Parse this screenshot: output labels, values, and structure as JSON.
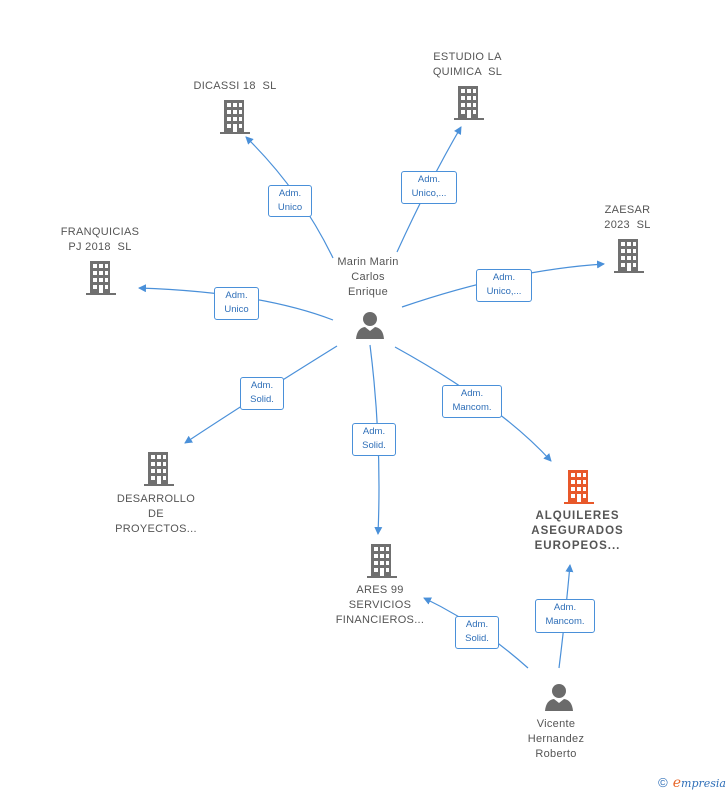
{
  "colors": {
    "edge": "#4a90d9",
    "building": "#707070",
    "highlight": "#e8582a",
    "person": "#6b6b6b"
  },
  "nodes": {
    "dicassi": {
      "lines": [
        "DICASSI 18  SL"
      ]
    },
    "estudio": {
      "lines": [
        "ESTUDIO LA",
        "QUIMICA  SL"
      ]
    },
    "zaesar": {
      "lines": [
        "ZAESAR",
        "2023  SL"
      ]
    },
    "franquicias": {
      "lines": [
        "FRANQUICIAS",
        "PJ 2018  SL"
      ]
    },
    "desarrollo": {
      "lines": [
        "DESARROLLO",
        "DE",
        "PROYECTOS..."
      ]
    },
    "ares": {
      "lines": [
        "ARES 99",
        "SERVICIOS",
        "FINANCIEROS..."
      ]
    },
    "alquileres": {
      "lines": [
        "ALQUILERES",
        "ASEGURADOS",
        "EUROPEOS..."
      ]
    },
    "marin": {
      "lines": [
        "Marin Marin",
        "Carlos",
        "Enrique"
      ]
    },
    "vicente": {
      "lines": [
        "Vicente",
        "Hernandez",
        "Roberto"
      ]
    }
  },
  "edges": {
    "dicassi": [
      "Adm.",
      "Unico"
    ],
    "estudio": [
      "Adm.",
      "Unico,..."
    ],
    "zaesar": [
      "Adm.",
      "Unico,..."
    ],
    "franquicias": [
      "Adm.",
      "Unico"
    ],
    "desarrollo": [
      "Adm.",
      "Solid."
    ],
    "ares_marin": [
      "Adm.",
      "Solid."
    ],
    "alquileres_marin": [
      "Adm.",
      "Mancom."
    ],
    "ares_vicente": [
      "Adm.",
      "Solid."
    ],
    "alquileres_vicente": [
      "Adm.",
      "Mancom."
    ]
  },
  "footer": {
    "copyright": "©",
    "brand_initial": "e",
    "brand_rest": "mpresia"
  }
}
